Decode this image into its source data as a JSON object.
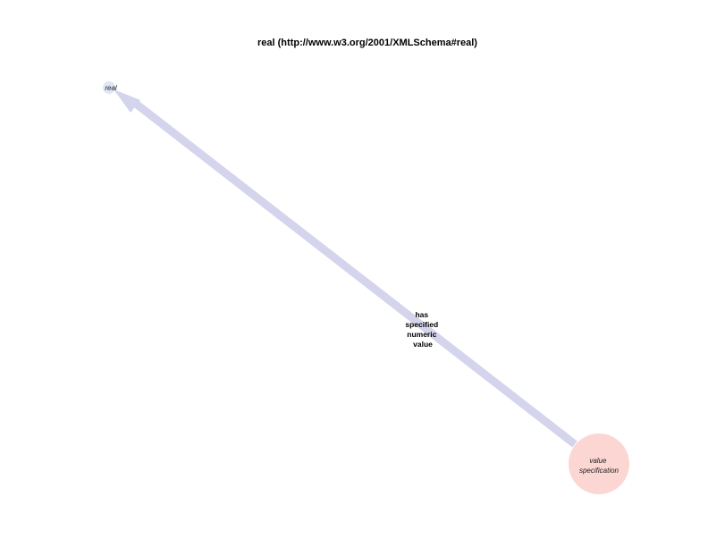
{
  "title": "real (http://www.w3.org/2001/XMLSchema#real)",
  "colors": {
    "edge": "#d4d4ec",
    "source_node": "#dfe6f5",
    "target_node": "#fcd6d2"
  },
  "nodes": {
    "real": {
      "lines": [
        "real"
      ]
    },
    "value_specification": {
      "lines": [
        "value",
        "specification"
      ]
    }
  },
  "edge": {
    "label_lines": [
      "has",
      "specified",
      "numeric",
      "value"
    ]
  }
}
